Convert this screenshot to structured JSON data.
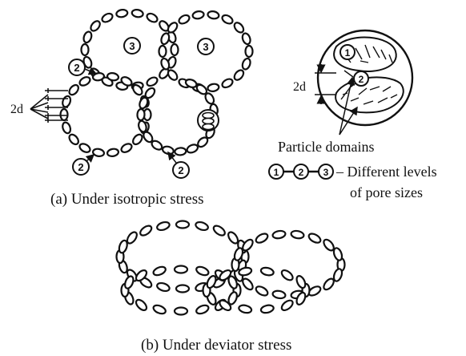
{
  "panel_a": {
    "caption": "(a) Under isotropic stress",
    "pore_labels": [
      "3",
      "3",
      "2",
      "2",
      "2"
    ],
    "spacing_label": "2d"
  },
  "legend": {
    "spacing_label": "2d",
    "domain_labels": [
      "1",
      "2"
    ],
    "particle_domains": "Particle domains",
    "levels_circles": [
      "1",
      "2",
      "3"
    ],
    "levels_line1": "– Different levels",
    "levels_line2": "of pore sizes"
  },
  "panel_b": {
    "caption": "(b) Under deviator stress"
  },
  "colors": {
    "ink": "#111111",
    "background": "#ffffff"
  }
}
